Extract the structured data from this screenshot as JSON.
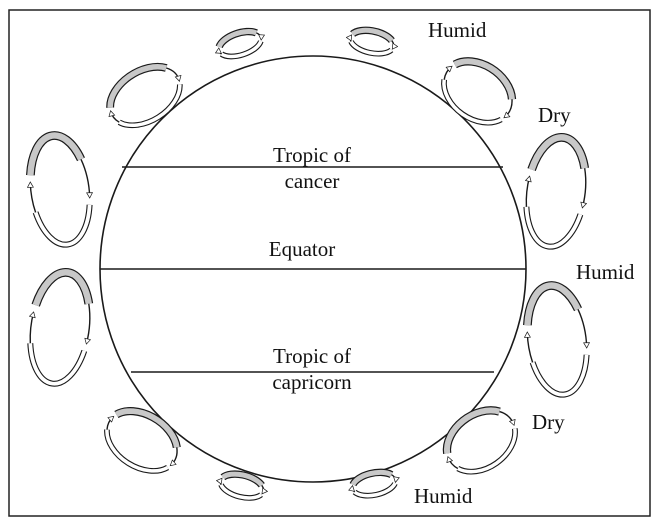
{
  "labels": {
    "tropic_cancer_line1": "Tropic of",
    "tropic_cancer_line2": "cancer",
    "equator": "Equator",
    "tropic_capricorn_line1": "Tropic of",
    "tropic_capricorn_line2": "capricorn",
    "right_top": "Humid",
    "right_upper": "Dry",
    "right_middle": "Humid",
    "right_lower": "Dry",
    "right_bottom": "Humid"
  },
  "colors": {
    "stroke": "#1a1a1a",
    "band_fill": "#c8c8c8",
    "background": "#ffffff"
  }
}
